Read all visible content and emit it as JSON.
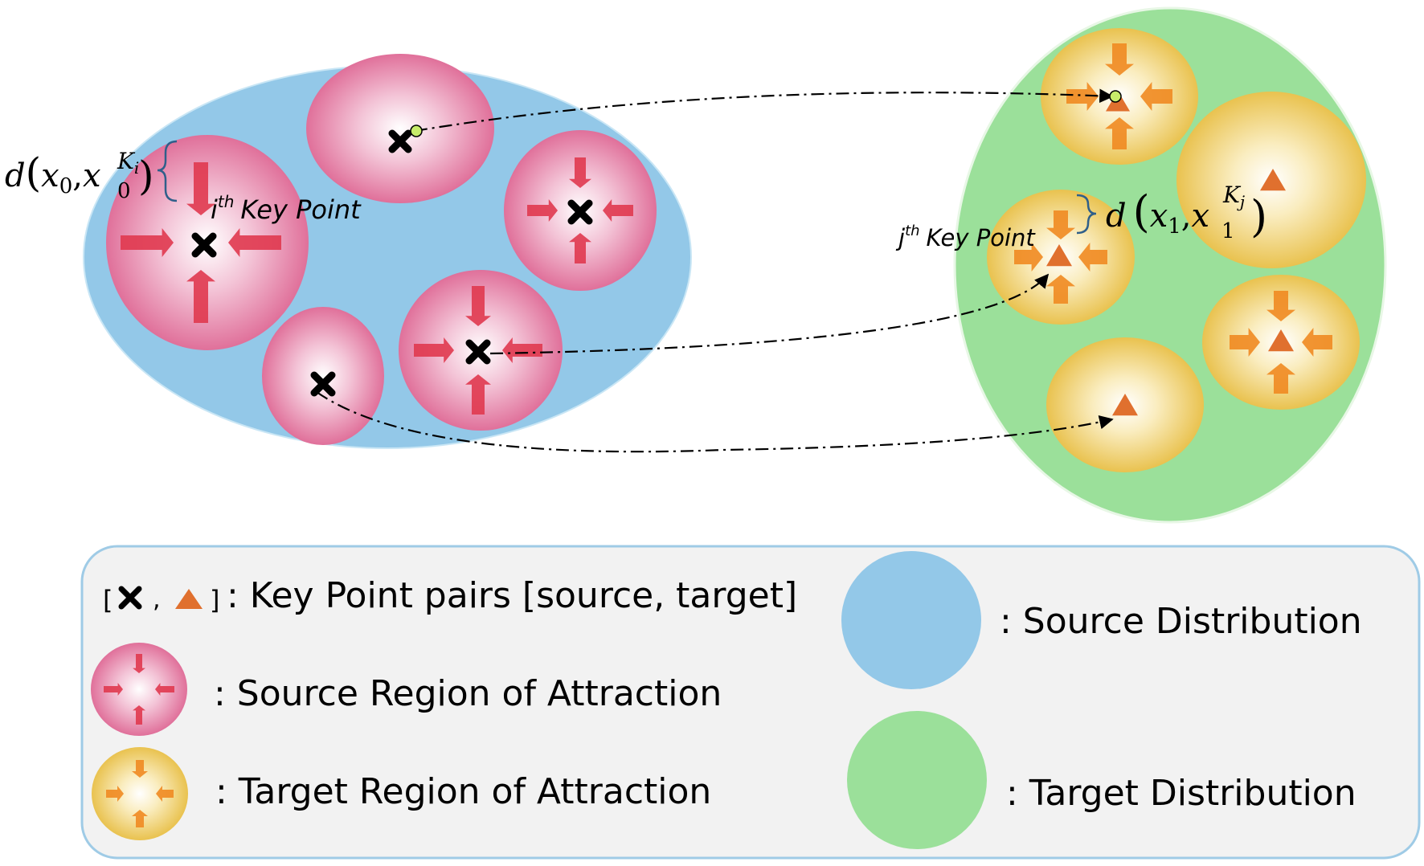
{
  "diagram": {
    "annotations": {
      "source_distance": {
        "d": "d",
        "x": "x",
        "sub0": "0",
        "comma": ",",
        "sup": "K",
        "supsub": "i"
      },
      "source_keypoint": {
        "idx": "i",
        "th": "th",
        "text": "Key Point"
      },
      "target_distance": {
        "d": "d",
        "x": "x",
        "sub1": "1",
        "comma": ",",
        "sup": "K",
        "supsub": "j"
      },
      "target_keypoint": {
        "idx": "j",
        "th": "th",
        "text": "Key Point"
      }
    },
    "legend": {
      "pairs_open": "[",
      "pairs_comma": ",",
      "pairs_close": "]",
      "pairs_label": ": Key Point pairs [source, target]",
      "source_roa": ": Source Region of Attraction",
      "target_roa": ": Target Region of Attraction",
      "source_dist": ": Source Distribution",
      "target_dist": ": Target Distribution"
    },
    "colors": {
      "source_distribution": "#93c8e8",
      "target_distribution": "#9be09a",
      "source_region_edge": "#e0709a",
      "target_region_edge": "#e9c24f",
      "source_arrow": "#e0394f",
      "target_arrow": "#ef8a21",
      "target_marker": "#e0702e",
      "connector": "#000000",
      "legend_bg": "#f2f2f2",
      "legend_border": "#9fcbe6",
      "bracket": "#2f5f8a"
    }
  }
}
